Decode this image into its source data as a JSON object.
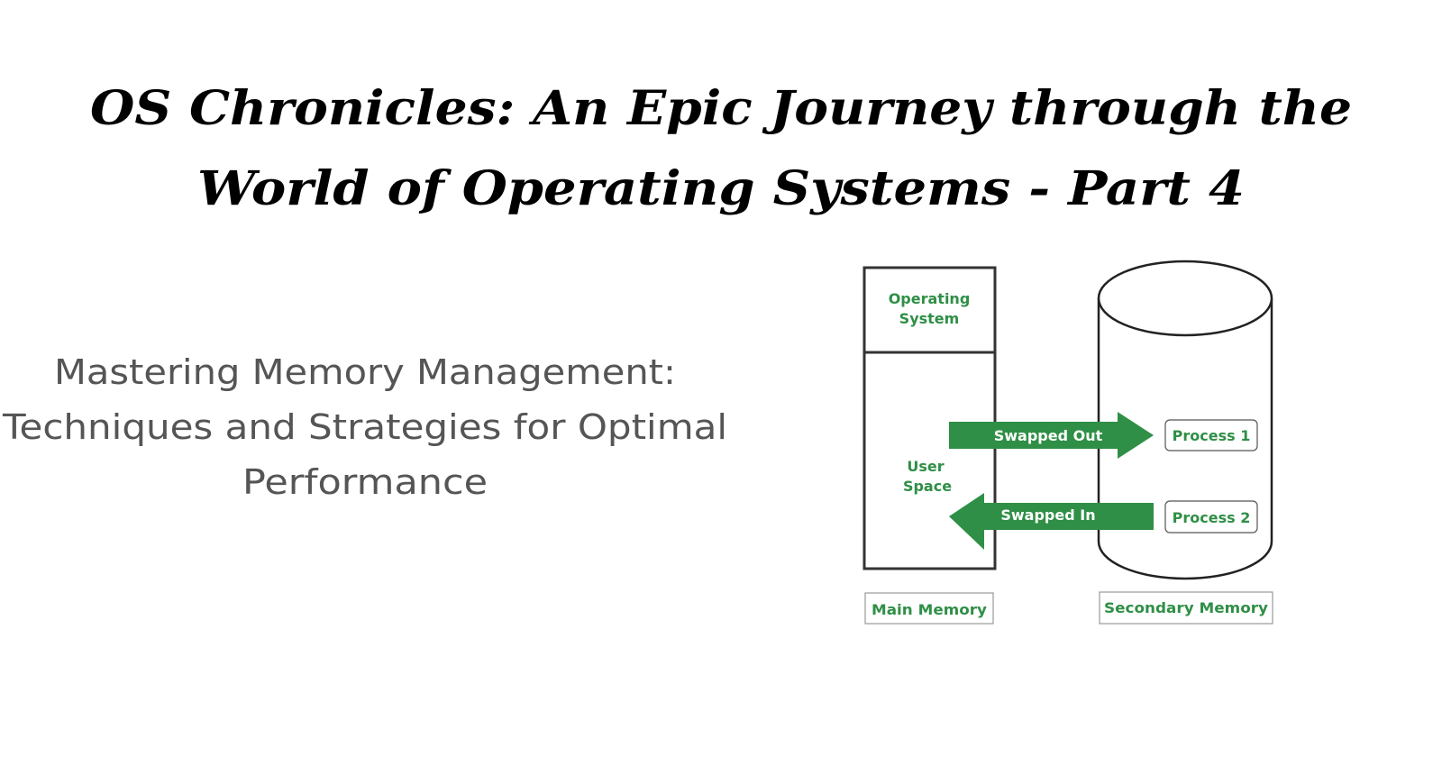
{
  "title": {
    "line1": "OS Chronicles: An Epic Journey through the",
    "line2": "World of Operating Systems - Part 4"
  },
  "subtitle": {
    "line1": "Mastering Memory Management:",
    "line2": "Techniques and Strategies for Optimal",
    "line3": "Performance"
  },
  "diagram": {
    "os_label": [
      "Operating",
      "System"
    ],
    "user_space_label": [
      "User",
      "Space"
    ],
    "swapped_out": "Swapped Out",
    "swapped_in": "Swapped In",
    "process1": "Process 1",
    "process2": "Process 2",
    "main_memory": "Main Memory",
    "secondary_memory": "Secondary Memory",
    "accent_color": "#2f8f46"
  }
}
